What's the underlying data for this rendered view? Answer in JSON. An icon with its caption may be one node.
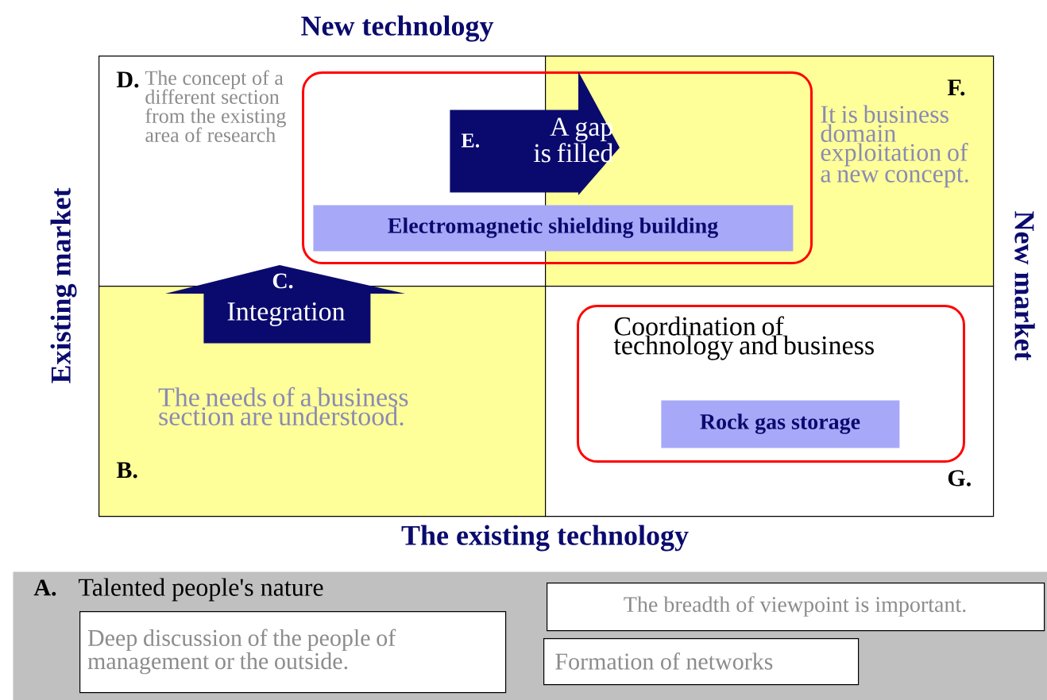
{
  "diagram": {
    "nodes": [
      {
        "text": [
          "D.",
          "The concept of a different section from the existing area of research"
        ]
      },
      {
        "text": [
          "F.",
          "It is business domain exploitation of a new concept."
        ]
      },
      {
        "text": [
          "B.",
          "The needs of a business section are understood."
        ]
      },
      {
        "text": [
          "G."
        ]
      },
      {
        "text": [],
        "shape": "box"
      },
      {
        "text": [
          "E.",
          "A gap is filled"
        ],
        "in": 4
      },
      {
        "text": [
          "Electromagnetic shielding building"
        ],
        "in": 4
      },
      {
        "text": [
          "C.",
          "Integration"
        ]
      },
      {
        "text": [
          "Coordination of technology and business"
        ],
        "in": 3
      },
      {
        "text": [
          "Rock gas storage"
        ],
        "in": 8
      },
      {
        "text": [
          "A.",
          "Talented people's nature"
        ]
      },
      {
        "text": [
          "Deep discussion of the people of management or the outside."
        ],
        "in": 10
      },
      {
        "text": [
          "The breadth of viewpoint is important."
        ],
        "in": 10
      },
      {
        "text": [
          "Formation of networks"
        ],
        "in": 10
      }
    ],
    "labels": [
      "New technology",
      "Existing market",
      "New market",
      "The existing technology"
    ]
  }
}
